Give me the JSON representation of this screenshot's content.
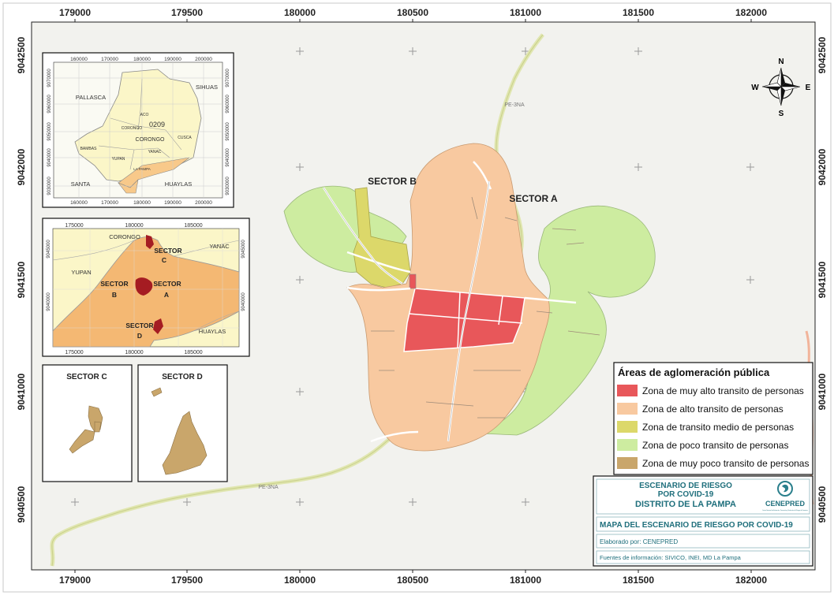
{
  "grid": {
    "x_labels": [
      "179000",
      "179500",
      "180000",
      "180500",
      "181000",
      "181500",
      "182000"
    ],
    "y_labels": [
      "9042500",
      "9042000",
      "9041500",
      "9041000",
      "9040500"
    ]
  },
  "main_map": {
    "sector_a_label": "SECTOR A",
    "sector_b_label": "SECTOR B",
    "road_labels": [
      "PE-3NA",
      "PE-3NA"
    ]
  },
  "north_arrow": {
    "n": "N",
    "s": "S",
    "e": "E",
    "w": "W"
  },
  "inset_province": {
    "x_labels": [
      "160000",
      "170000",
      "180000",
      "190000",
      "200000"
    ],
    "y_labels": [
      "9070000",
      "9060000",
      "9050000",
      "9040000",
      "9030000"
    ],
    "place_labels": [
      "PALLASCA",
      "SIHUAS",
      "ACO",
      "0209",
      "CORONGO",
      "CORONGO",
      "CUSCA",
      "BAMBAS",
      "YANAC",
      "YUPAN",
      "LA PAMPA",
      "SANTA",
      "HUAYLAS"
    ]
  },
  "inset_district": {
    "x_labels": [
      "175000",
      "180000",
      "185000"
    ],
    "y_labels": [
      "9045000",
      "9040000"
    ],
    "place_labels": [
      "CORONGO",
      "YANAC",
      "YUPAN",
      "HUAYLAS"
    ],
    "sector_labels": [
      {
        "name": "SECTOR",
        "letter": "C"
      },
      {
        "name": "SECTOR",
        "letter": "B"
      },
      {
        "name": "SECTOR",
        "letter": "A"
      },
      {
        "name": "SECTOR",
        "letter": "D"
      }
    ]
  },
  "inset_sector_c": {
    "title": "SECTOR C"
  },
  "inset_sector_d": {
    "title": "SECTOR D"
  },
  "legend": {
    "title": "Áreas de aglomeración pública",
    "items": [
      {
        "label": "Zona de muy alto transito de personas",
        "color": "#e8575a"
      },
      {
        "label": "Zona de alto transito de personas",
        "color": "#f8c9a0"
      },
      {
        "label": "Zona de transito medio de personas",
        "color": "#dcd86a"
      },
      {
        "label": "Zona de poco transito de personas",
        "color": "#cdeca0"
      },
      {
        "label": "Zona de muy poco transito de personas",
        "color": "#c9a66b"
      }
    ]
  },
  "title_block": {
    "title_line1": "ESCENARIO DE RIESGO",
    "title_line2": "POR COVID-19",
    "title_line3": "DISTRITO DE LA PAMPA",
    "logo_text": "CENEPRED",
    "logo_subtext": "Centro Nacional de Estimación, Prevención y Reducción del Riesgo de Desastres",
    "map_title": "MAPA DEL ESCENARIO DE RIESGO POR COVID-19",
    "elaborado": "Elaborado por: CENEPRED",
    "fuentes": "Fuentes de información: SIVICO, INEI, MD La Pampa",
    "accent_color": "#2a7f8c"
  }
}
